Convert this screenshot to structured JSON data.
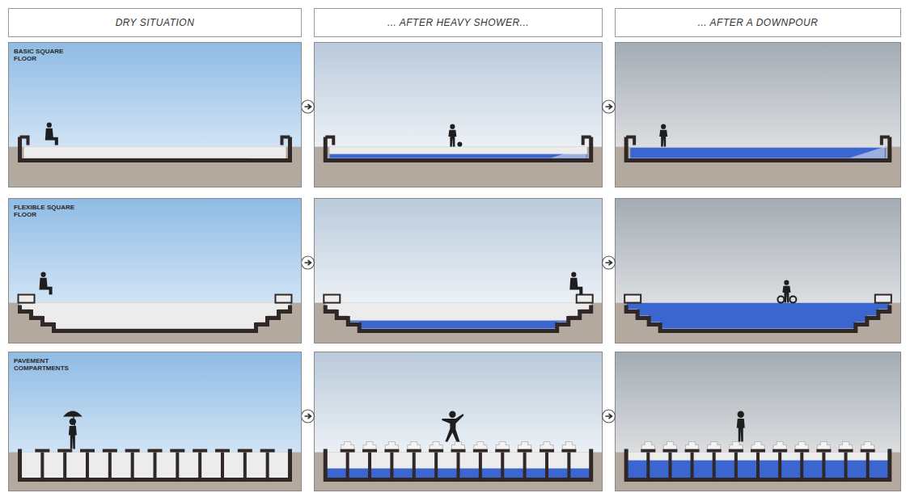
{
  "diagram": {
    "nodes": [
      {
        "text": [
          "DRY SITUATION"
        ]
      },
      {
        "text": [
          "... AFTER HEAVY SHOWER..."
        ]
      },
      {
        "text": [
          "... AFTER A DOWNPOUR"
        ]
      },
      {
        "text": [
          "BASIC SQUARE FLOOR"
        ]
      },
      {
        "text": [
          "FLEXIBLE SQUARE FLOOR"
        ]
      },
      {
        "text": [
          "PAVEMENT COMPARTMENTS"
        ]
      }
    ]
  }
}
